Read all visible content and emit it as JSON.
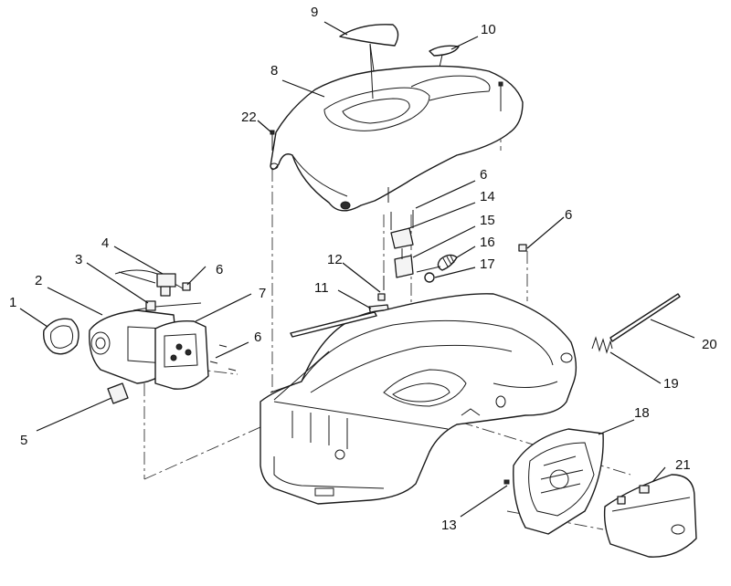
{
  "callouts": [
    {
      "id": "c1",
      "label": "1"
    },
    {
      "id": "c2",
      "label": "2"
    },
    {
      "id": "c3",
      "label": "3"
    },
    {
      "id": "c4",
      "label": "4"
    },
    {
      "id": "c5",
      "label": "5"
    },
    {
      "id": "c6a",
      "label": "6"
    },
    {
      "id": "c6b",
      "label": "6"
    },
    {
      "id": "c6c",
      "label": "6"
    },
    {
      "id": "c6d",
      "label": "6"
    },
    {
      "id": "c7",
      "label": "7"
    },
    {
      "id": "c8",
      "label": "8"
    },
    {
      "id": "c9",
      "label": "9"
    },
    {
      "id": "c10",
      "label": "10"
    },
    {
      "id": "c11",
      "label": "11"
    },
    {
      "id": "c12",
      "label": "12"
    },
    {
      "id": "c13",
      "label": "13"
    },
    {
      "id": "c14",
      "label": "14"
    },
    {
      "id": "c15",
      "label": "15"
    },
    {
      "id": "c16",
      "label": "16"
    },
    {
      "id": "c17",
      "label": "17"
    },
    {
      "id": "c18",
      "label": "18"
    },
    {
      "id": "c19",
      "label": "19"
    },
    {
      "id": "c20",
      "label": "20"
    },
    {
      "id": "c21",
      "label": "21"
    },
    {
      "id": "c22",
      "label": "22"
    }
  ]
}
